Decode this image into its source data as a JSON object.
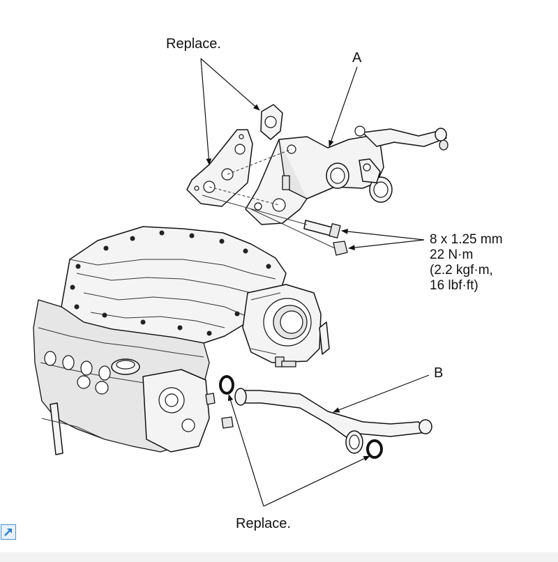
{
  "labels": {
    "replace_top": "Replace.",
    "replace_bottom": "Replace.",
    "part_a": "A",
    "part_b": "B"
  },
  "torque_spec": {
    "line1": "8 x 1.25 mm",
    "line2": "22 N·m",
    "line3": "(2.2 kgf·m,",
    "line4": "16 lbf·ft)"
  },
  "icons": {
    "expand": "expand-arrow-icon"
  },
  "colors": {
    "line": "#111111",
    "background": "#ffffff",
    "expand_icon": "#2f7fd0"
  }
}
